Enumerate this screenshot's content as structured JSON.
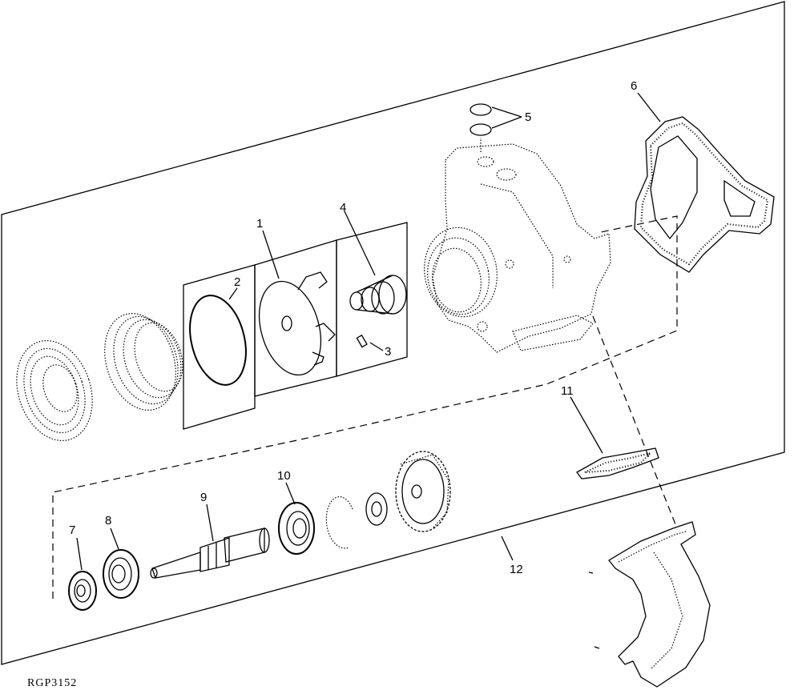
{
  "figure_id": "RGP3152",
  "callouts": {
    "c1": "1",
    "c2": "2",
    "c3": "3",
    "c4": "4",
    "c5": "5",
    "c6": "6",
    "c7": "7",
    "c8": "8",
    "c9": "9",
    "c10": "10",
    "c11": "11",
    "c12": "12"
  },
  "colors": {
    "ink": "#000000",
    "paper": "#ffffff"
  }
}
